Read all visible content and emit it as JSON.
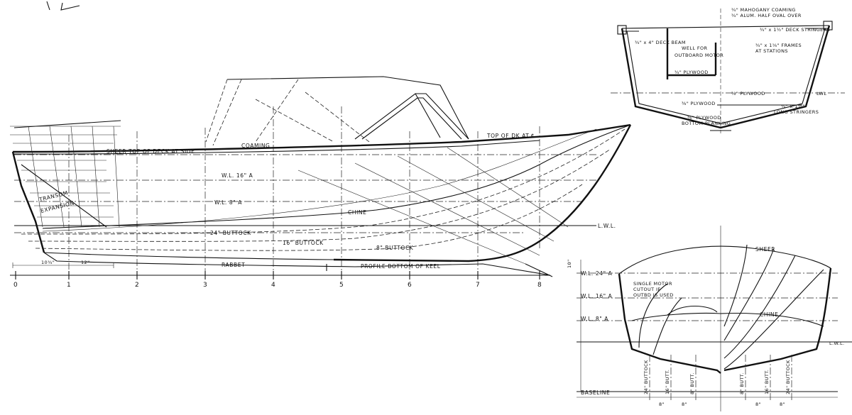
{
  "profile": {
    "labels": {
      "sheer_top_deck": "SHEER TOP OF DECK AT SIDE",
      "coaming": "COAMING",
      "top_of_deck_cl": "TOP OF DK AT ℄",
      "wl16": "W.L. 16\" A",
      "wl8": "W.L. 8\" A",
      "chine": "CHINE",
      "lwl": "L.W.L.",
      "buttock24": "24\" BUTTOCK",
      "buttock16": "16\" BUTTOCK",
      "buttock8": "8\" BUTTOCK",
      "rabbet": "RABBET",
      "profile_keel": "PROFILE BOTTOM OF KEEL",
      "transom": "TRANSOM",
      "expansion": "EXPANSION",
      "dim_10_3_4": "10¾\"",
      "dim_12": "12\""
    },
    "stations": [
      "0",
      "1",
      "2",
      "3",
      "4",
      "5",
      "6",
      "7",
      "8"
    ]
  },
  "midsection": {
    "labels": {
      "coaming_note": "¾\" MAHOGANY COAMING",
      "coaming_note2": "¾\" ALUM. HALF OVAL OVER",
      "deck_stringer": "¾\" x 1½\" DECK STRINGERS",
      "deck_beam": "¾\" x 4\" DECK BEAM",
      "frames": "¾\" x 1⅛\" FRAMES",
      "frames2": "AT STATIONS",
      "well": "WELL FOR",
      "outboard_motor": "OUTBOARD MOTOR",
      "plywood_top": "¾\" PLYWOOD",
      "plywood_bottom_left": "⅜\" PLYWOOD",
      "plywood_bottom_right": "⅜\" PLYWOOD",
      "plywood_bottom_planking": "⅜\" PLYWOOD",
      "plywood_bottom_planking2": "BOTTOM PLANKING",
      "long_stringers": "¾\" x 1½\"",
      "long_stringers2": "LONG STRINGERS",
      "lwl": "LWL"
    }
  },
  "body_plan": {
    "labels": {
      "sheer": "SHEER",
      "chine": "CHINE",
      "wl24": "W.L. 24\" A",
      "wl16": "W.L. 16\" A",
      "wl8": "W.L. 8\" A",
      "lwl": "L.W.L.",
      "baseline": "BASELINE",
      "single_motor_1": "SINGLE MOTOR",
      "single_motor_2": "CUTOUT IF",
      "single_motor_3": "OUTBD IS USED",
      "butt24_l": "24\" BUTTOCK",
      "butt16_l": "16\" BUTT.",
      "butt8_l": "8\" BUTT.",
      "butt8_r": "8\" BUTT.",
      "butt16_r": "16\" BUTT.",
      "butt24_r": "24\" BUTTOCK",
      "dim_8": "8\"",
      "dim_10": "10\""
    }
  }
}
